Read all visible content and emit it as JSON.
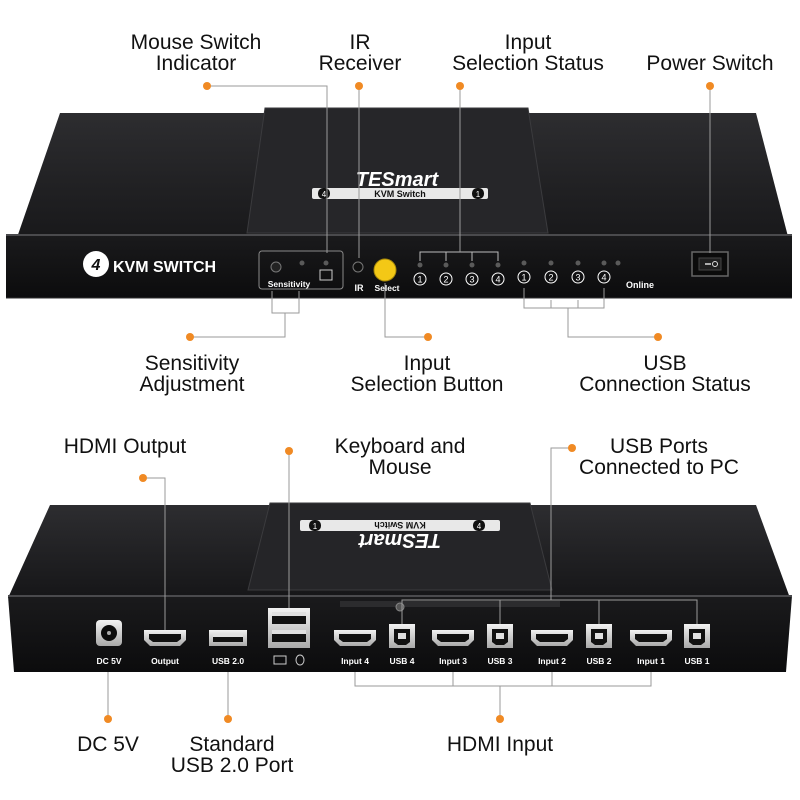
{
  "front_panel": {
    "brand": "TESmart",
    "model_badge": "KVM Switch",
    "badge_left_number": "4",
    "badge_right_number": "1",
    "panel_title": "KVM SWITCH",
    "panel_title_number": "4",
    "sensitivity_label": "Sensitivity",
    "ir_label": "IR",
    "select_label": "Select",
    "online_label": "Online",
    "input_numbers": [
      "1",
      "2",
      "3",
      "4"
    ],
    "usb_numbers": [
      "1",
      "2",
      "3",
      "4"
    ]
  },
  "front_callouts": {
    "mouse_switch_indicator": [
      "Mouse Switch",
      "Indicator"
    ],
    "ir_receiver": [
      "IR",
      "Receiver"
    ],
    "input_selection_status": [
      "Input",
      "Selection Status"
    ],
    "power_switch": [
      "Power Switch"
    ],
    "sensitivity_adjustment": [
      "Sensitivity",
      "Adjustment"
    ],
    "input_selection_button": [
      "Input",
      "Selection Button"
    ],
    "usb_connection_status": [
      "USB",
      "Connection Status"
    ]
  },
  "rear_panel": {
    "brand": "TESmart",
    "model_badge": "KVM Switch",
    "badge_left_number": "1",
    "badge_right_number": "4",
    "ports": [
      {
        "label": "DC 5V",
        "type": "dc"
      },
      {
        "label": "Output",
        "type": "hdmi"
      },
      {
        "label": "USB 2.0",
        "type": "usba"
      },
      {
        "label": "",
        "type": "usba-stack"
      },
      {
        "label": "Input 4",
        "type": "hdmi"
      },
      {
        "label": "USB 4",
        "type": "usbb"
      },
      {
        "label": "Input 3",
        "type": "hdmi"
      },
      {
        "label": "USB 3",
        "type": "usbb"
      },
      {
        "label": "Input 2",
        "type": "hdmi"
      },
      {
        "label": "USB 2",
        "type": "usbb"
      },
      {
        "label": "Input 1",
        "type": "hdmi"
      },
      {
        "label": "USB 1",
        "type": "usbb"
      }
    ]
  },
  "rear_callouts": {
    "hdmi_output": [
      "HDMI Output"
    ],
    "keyboard_and_mouse": [
      "Keyboard and",
      "Mouse"
    ],
    "usb_ports_connected_to_pc": [
      "USB Ports",
      "Connected to PC"
    ],
    "dc_5v": [
      "DC 5V"
    ],
    "standard_usb_port": [
      "Standard",
      "USB 2.0 Port"
    ],
    "hdmi_input": [
      "HDMI Input"
    ]
  },
  "colors": {
    "accent_dot": "#f08a24",
    "device_body": "#1c1c1e",
    "device_edge": "#3a3a3c",
    "select_button": "#f3c816"
  }
}
